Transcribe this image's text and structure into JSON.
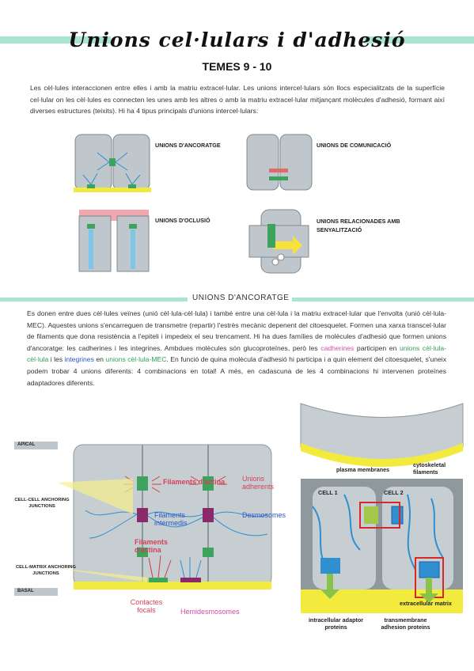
{
  "header": {
    "title": "Unions cel·lulars i d'adhesió",
    "subtitle": "TEMES 9 - 10"
  },
  "intro": "Les cèl·lules interaccionen entre elles i amb la matriu extracel·lular. Les unions intercel·lulars són llocs especialitzats de la superfície cel·lular on les cèl·lules es connecten les unes amb les altres o amb la matriu extracel·lular mitjançant molècules d'adhesió, formant així diverses estructures (teixits). Hi ha 4 tipus principals d'unions intercel·lulars:",
  "types": {
    "anchoring": "UNIONS D'ANCORATGE",
    "communication": "UNIONS DE COMUNICACIÓ",
    "occlusion": "UNIONS D'OCLUSIÓ",
    "signaling": "UNIONS RELACIONADES AMB SENYALITZACIÓ"
  },
  "section": {
    "title": "UNIONS D'ANCORATGE"
  },
  "anchor_text": {
    "p1": "Es donen entre dues cèl·lules veïnes (unió cèl·lula-cèl·lula) i també entre una cèl·lula i la matriu extracel·lular que l'envolta (unió cèl·lula-MEC). Aquestes unions s'encarreguen de transmetre (repartir) l'estrès mecànic depenent del citoesquelet. Formen una xarxa transcel·lular de filaments que dona resistència a l'epiteli i impedeix el seu trencament. Hi ha dues famílies de molècules d'adhesió que formen unions d'ancoratge: les cadherines i les integrines. Ambdues molècules són glucoproteïnes, però les",
    "cadherines": "cadherines",
    "p2": " participen en ",
    "cc": "unions cèl·lula-cèl·lula",
    "p3": " i les ",
    "integrines": "integrines",
    "p4": " en ",
    "cm": "unions cèl·lula-MEC",
    "p5": ". En funció de quina molècula d'adhesió hi participa i a quin element del citoesquelet, s'uneix podem trobar 4 unions diferents: 4 combinacions en total! A més, en cadascuna de les 4 combinacions hi intervenen proteïnes adaptadores diferents."
  },
  "fig1": {
    "apical": "APICAL",
    "basal": "BASAL",
    "cc_junctions": "CELL-CELL ANCHORING JUNCTIONS",
    "cm_junctions": "CELL-MATRIX ANCHORING JUNCTIONS",
    "actin1": "Filaments d'actina",
    "adherens": "Unions adherents",
    "intermediate": "Filaments intermedis",
    "desmosomes": "Desmosomes",
    "actin2": "Filaments d'actina",
    "focal": "Contactes focals",
    "hemi": "Hemidesmosomes"
  },
  "fig2": {
    "plasma": "plasma membranes",
    "cytoskeletal": "cytoskeletal filaments",
    "cell1": "CELL 1",
    "cell2": "CELL 2",
    "ecm": "extracellular matrix",
    "adaptor": "intracellular adaptor proteins",
    "adhesion": "transmembrane adhesion proteins"
  }
}
